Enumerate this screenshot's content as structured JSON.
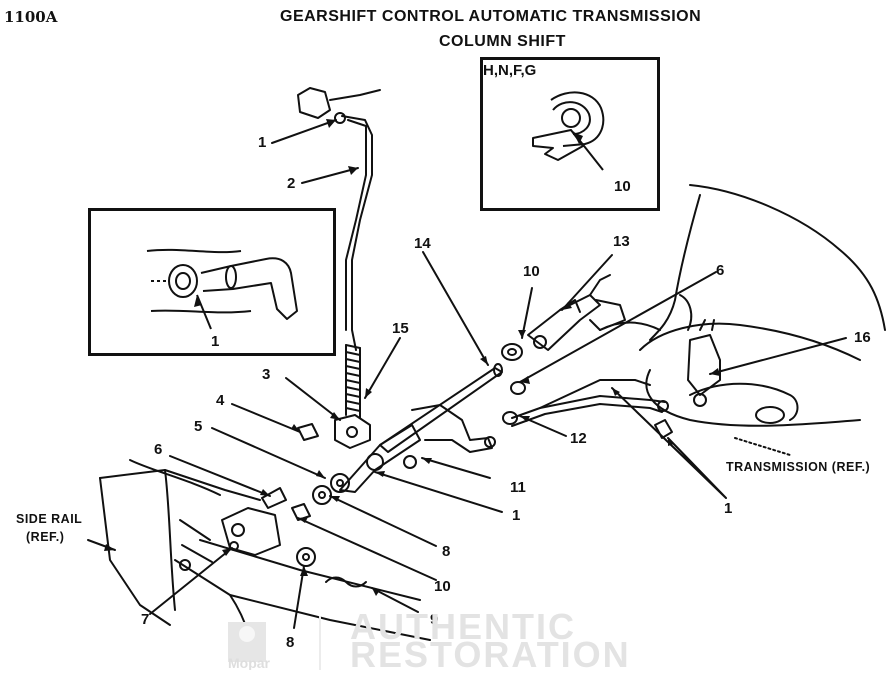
{
  "header": {
    "page_code": "1100A",
    "title_line1": "GEARSHIFT CONTROL AUTOMATIC TRANSMISSION",
    "title_line2": "COLUMN SHIFT"
  },
  "insets": {
    "top_model_codes": "H,N,F,G"
  },
  "callouts": {
    "c1_top": "1",
    "c2": "2",
    "c1_inset": "1",
    "c10_inset": "10",
    "c14": "14",
    "c10_mid": "10",
    "c13": "13",
    "c6_right": "6",
    "c15": "15",
    "c16": "16",
    "c3": "3",
    "c4": "4",
    "c5": "5",
    "c12": "12",
    "c6_left": "6",
    "c11": "11",
    "c1_mid": "1",
    "c1_right": "1",
    "c8_mid": "8",
    "c10_low": "10",
    "c7": "7",
    "c9": "9",
    "c8_low": "8"
  },
  "reference_labels": {
    "side_rail_line1": "SIDE RAIL",
    "side_rail_line2": "(REF.)",
    "transmission": "TRANSMISSION (REF.)"
  },
  "watermark": {
    "logo_text": "Mopar",
    "line1": "AUTHENTIC",
    "line2": "RESTORATION"
  }
}
